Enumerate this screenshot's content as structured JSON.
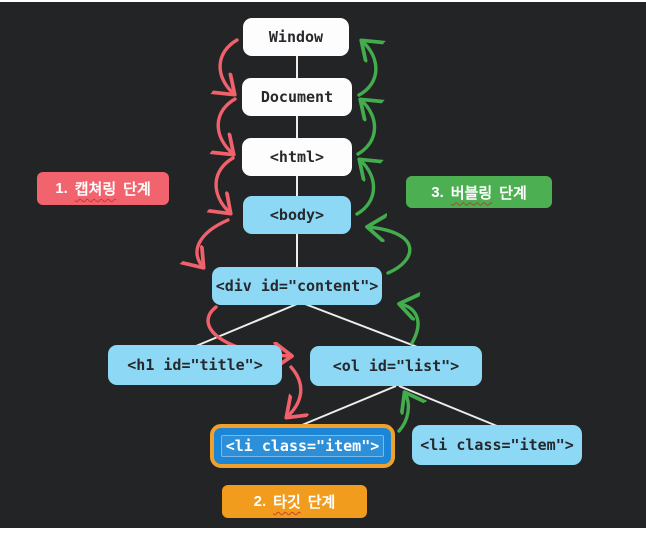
{
  "diagram": {
    "subject": "DOM event propagation phases over a document tree",
    "background_color": "#232426"
  },
  "nodes": [
    {
      "id": "window",
      "label": "Window",
      "style": "white"
    },
    {
      "id": "document",
      "label": "Document",
      "style": "white"
    },
    {
      "id": "html",
      "label": "<html>",
      "style": "white"
    },
    {
      "id": "body",
      "label": "<body>",
      "style": "blue"
    },
    {
      "id": "div",
      "label": "<div id=\"content\">",
      "style": "blue"
    },
    {
      "id": "h1",
      "label": "<h1 id=\"title\">",
      "style": "blue"
    },
    {
      "id": "ol",
      "label": "<ol id=\"list\">",
      "style": "blue"
    },
    {
      "id": "li-target",
      "label": "<li class=\"item\">",
      "style": "target"
    },
    {
      "id": "li-2",
      "label": "<li class=\"item\">",
      "style": "blue"
    }
  ],
  "badges": {
    "capturing": {
      "number": "1.",
      "word": "캡쳐링",
      "suffix": "단계",
      "color": "#f2646d"
    },
    "target": {
      "number": "2.",
      "word": "타깃",
      "suffix": "단계",
      "color": "#f19c1c"
    },
    "bubbling": {
      "number": "3.",
      "word": "버블링",
      "suffix": "단계",
      "color": "#4cb052"
    }
  },
  "colors": {
    "capture_arrows": "#f0616b",
    "bubble_arrows": "#43ad4e",
    "tree_lines": "#ededed",
    "node_white": "#fdfdfd",
    "node_blue": "#8cd8f5",
    "target_fill": "#1b86d5",
    "target_border": "#f0a02c"
  }
}
